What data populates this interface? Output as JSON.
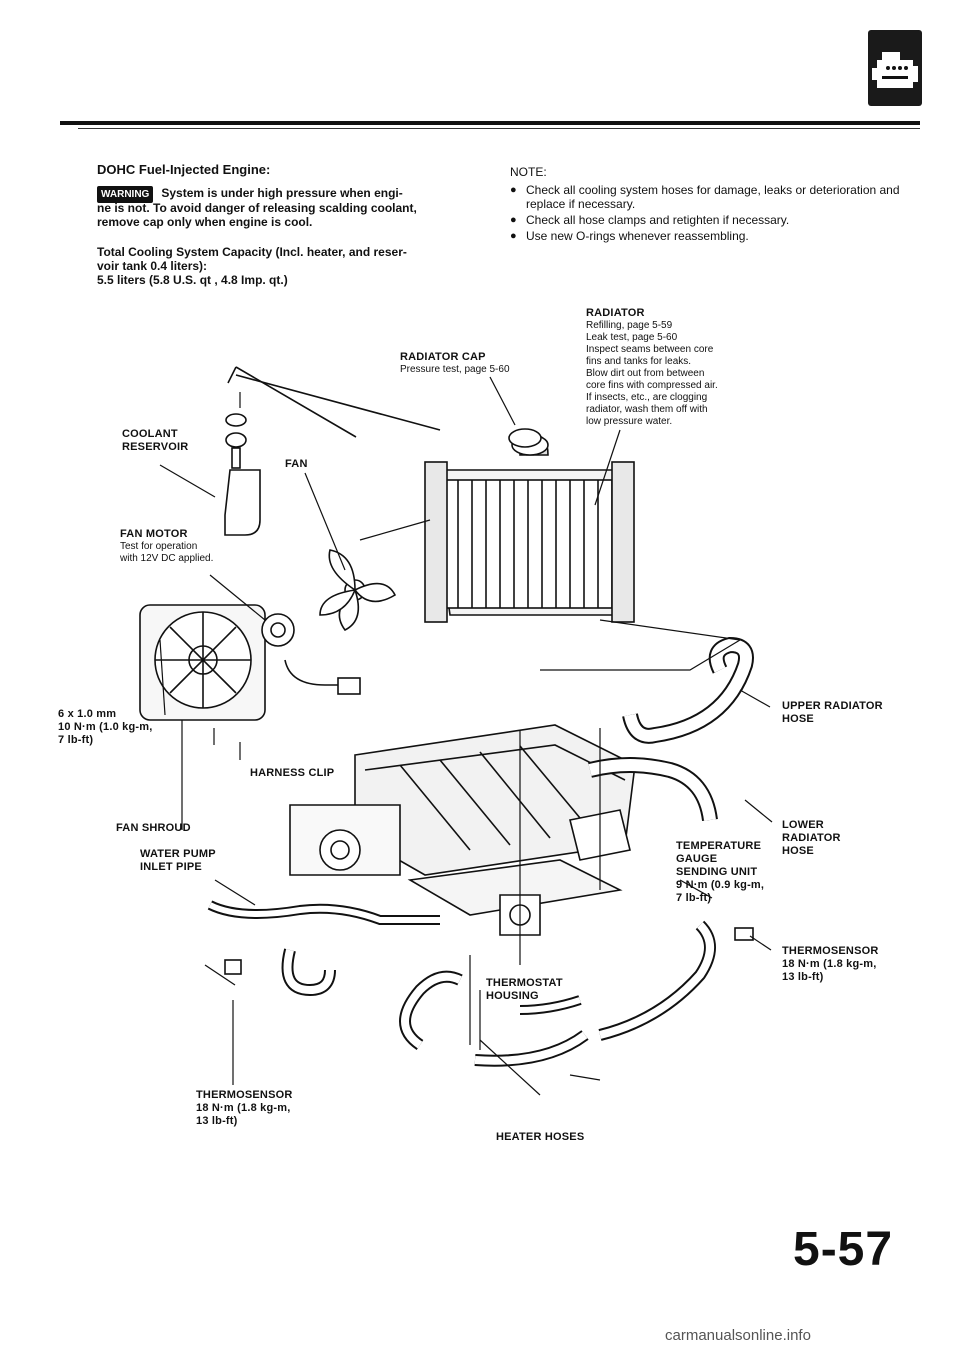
{
  "header": {
    "icon": "engine-section-icon"
  },
  "intro": {
    "engine_title": "DOHC Fuel-Injected Engine:",
    "warning_badge": "WARNING",
    "warning_text_1": "System is under high pressure when engi-",
    "warning_text_2": "ne is not. To avoid danger of releasing scalding coolant,",
    "warning_text_3": "remove cap only when engine is cool.",
    "capacity_1": "Total Cooling System Capacity (Incl. heater, and reser-",
    "capacity_2": "voir tank 0.4 liters):",
    "capacity_3": "5.5 liters (5.8 U.S. qt , 4.8 Imp. qt.)"
  },
  "notes": {
    "heading": "NOTE:",
    "items": [
      "Check all cooling system hoses for damage, leaks or deterioration and replace if necessary.",
      "Check all hose clamps and retighten if necessary.",
      "Use new O-rings whenever reassembling."
    ]
  },
  "labels": {
    "radiator_title": "RADIATOR",
    "radiator_l1": "Refilling, page 5-59",
    "radiator_l2": "Leak test, page 5-60",
    "radiator_l3": "Inspect seams between core",
    "radiator_l4": "fins and tanks for leaks.",
    "radiator_l5": "Blow dirt out from between",
    "radiator_l6": "core fins with compressed air.",
    "radiator_l7": "If insects, etc., are clogging",
    "radiator_l8": "radiator, wash them off with",
    "radiator_l9": "low pressure water.",
    "cap_title": "RADIATOR CAP",
    "cap_sub": "Pressure test, page 5-60",
    "coolant_1": "COOLANT",
    "coolant_2": "RESERVOIR",
    "fan": "FAN",
    "fan_motor": "FAN MOTOR",
    "fan_motor_1": "Test for operation",
    "fan_motor_2": "with 12V DC applied.",
    "bolt_1": "6 x 1.0 mm",
    "bolt_2": "10 N·m (1.0 kg-m,",
    "bolt_3": "7 lb-ft)",
    "harness_clip": "HARNESS CLIP",
    "fan_shroud": "FAN SHROUD",
    "upper_hose_1": "UPPER RADIATOR",
    "upper_hose_2": "HOSE",
    "lower_1": "LOWER",
    "lower_2": "RADIATOR",
    "lower_3": "HOSE",
    "temp_1": "TEMPERATURE",
    "temp_2": "GAUGE",
    "temp_3": "SENDING UNIT",
    "temp_4": "9 N·m (0.9 kg-m,",
    "temp_5": "7 lb-ft)",
    "water_pump_1": "WATER PUMP",
    "water_pump_2": "INLET PIPE",
    "thermo_r_1": "THERMOSENSOR",
    "thermo_r_2": "18 N·m (1.8 kg-m,",
    "thermo_r_3": "13 lb-ft)",
    "thermostat_1": "THERMOSTAT",
    "thermostat_2": "HOUSING",
    "thermo_l_1": "THERMOSENSOR",
    "thermo_l_2": "18 N·m (1.8 kg-m,",
    "thermo_l_3": "13 lb-ft)",
    "heater_hoses": "HEATER HOSES"
  },
  "footer": {
    "page_number": "5-57",
    "watermark": "carmanualsonline.info"
  }
}
